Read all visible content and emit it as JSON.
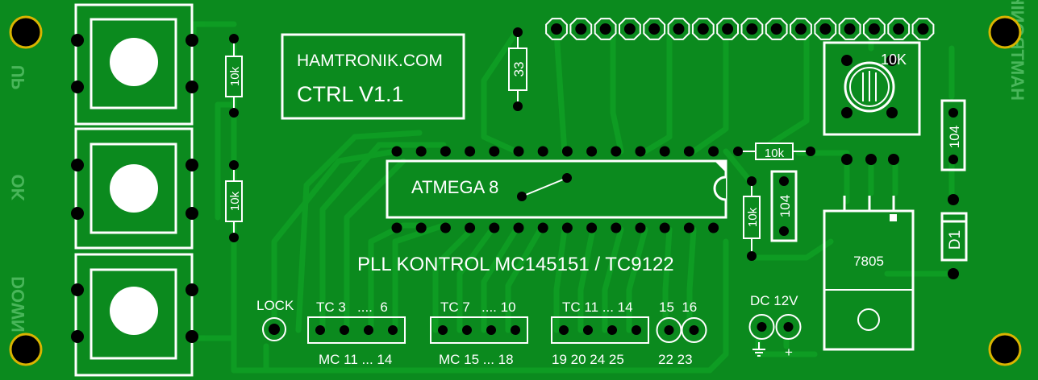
{
  "board": {
    "colors": {
      "pcb": "#0b8a1e",
      "trace": "#0f9a22",
      "trace_edge": "#087a18",
      "silk": "#ffffff",
      "silk_faint": "#49b65a",
      "pad": "#000000",
      "copper_ring": "#1fa632"
    },
    "title_box": {
      "line1": "HAMTRONIK.COM",
      "line2": "CTRL V1.1"
    },
    "mirrored_bottom_text": "HAMTRONIK.COM",
    "buttons": [
      {
        "label": "UP",
        "printed": "UP"
      },
      {
        "label": "OK",
        "printed": "OK"
      },
      {
        "label": "DOWN",
        "printed": "DOWN"
      }
    ],
    "resistors": [
      {
        "id": "r-btn1",
        "value": "10k"
      },
      {
        "id": "r-btn2",
        "value": "10k"
      },
      {
        "id": "r-33",
        "value": "33"
      },
      {
        "id": "r-top",
        "value": "10k"
      },
      {
        "id": "r-mid",
        "value": "10k"
      }
    ],
    "capacitors": [
      {
        "id": "c1",
        "value": "104"
      },
      {
        "id": "c2",
        "value": "104"
      }
    ],
    "pot": {
      "value": "10K"
    },
    "ic": {
      "label": "ATMEGA 8"
    },
    "regulator": {
      "label": "7805"
    },
    "diode": {
      "label": "D1"
    },
    "headline": "PLL KONTROL MC145151 / TC9122",
    "connectors": {
      "lock": "LOCK",
      "h1_top": "TC 3   ....  6",
      "h1_bottom": "MC 11 ... 14",
      "h2_top": "TC 7   .... 10",
      "h2_bottom": "MC 15 ... 18",
      "h3_top": "TC 11 ... 14",
      "h3_bottom": "19 20 24 25",
      "h4_top": "15  16",
      "h4_bottom": "22 23",
      "dc_label": "DC 12V",
      "dc_plus": "+"
    }
  }
}
